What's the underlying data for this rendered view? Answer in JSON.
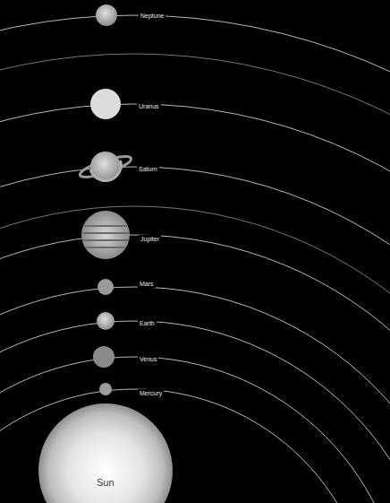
{
  "diagram": {
    "nodes": [
      {
        "text": [
          "Sun"
        ]
      }
    ],
    "labels": [
      "Neptune",
      "Uranus",
      "Saturn",
      "Jupiter",
      "Mars",
      "Earth",
      "Venus",
      "Mercury"
    ]
  }
}
